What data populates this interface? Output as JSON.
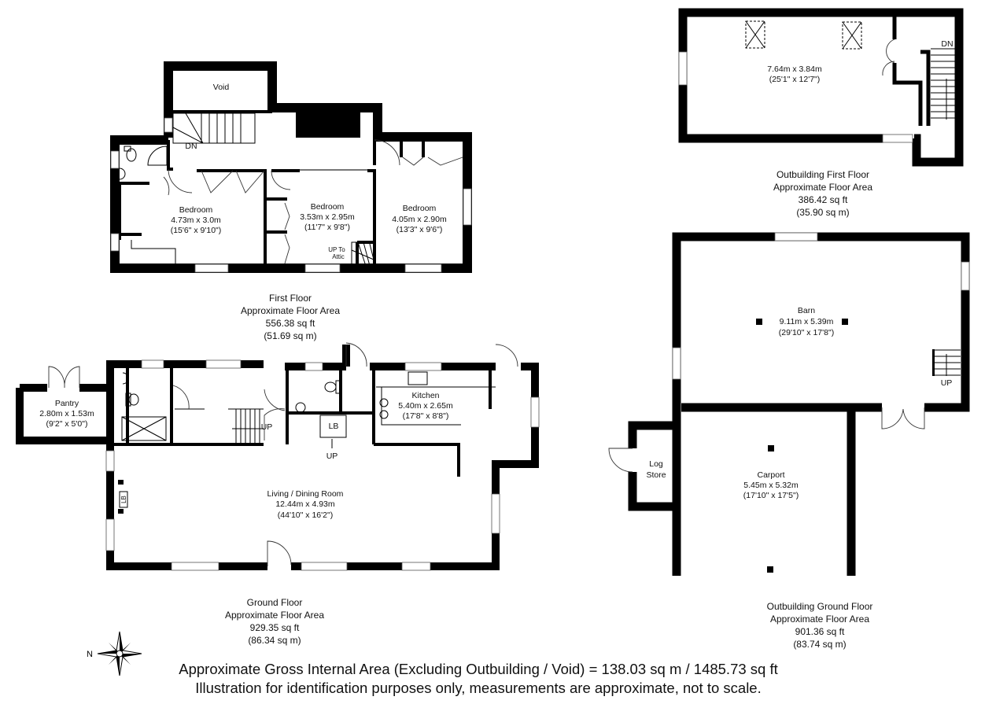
{
  "first_floor": {
    "rooms": [
      {
        "name": "Void"
      },
      {
        "name": "Bedroom",
        "metric": "4.73m x 3.0m",
        "imperial": "(15'6\" x 9'10\")"
      },
      {
        "name": "Bedroom",
        "metric": "3.53m x 2.95m",
        "imperial": "(11'7\" x 9'8\")"
      },
      {
        "name": "Bedroom",
        "metric": "4.05m x 2.90m",
        "imperial": "(13'3\" x 9'6\")"
      }
    ],
    "stairs_down": "DN",
    "attic_stairs": [
      "UP To",
      "Attic"
    ],
    "caption": [
      "First Floor",
      "Approximate Floor Area",
      "556.38 sq ft",
      "(51.69 sq m)"
    ]
  },
  "ground_floor": {
    "rooms": [
      {
        "name": "Pantry",
        "metric": "2.80m x 1.53m",
        "imperial": "(9'2\" x 5'0\")"
      },
      {
        "name": "Kitchen",
        "metric": "5.40m x 2.65m",
        "imperial": "(17'8\" x 8'8\")"
      },
      {
        "name": "Living / Dining Room",
        "metric": "12.44m x 4.93m",
        "imperial": "(44'10\" x 16'2\")"
      }
    ],
    "lb": "LB",
    "stairs_up": "UP",
    "step_up": "UP",
    "caption": [
      "Ground Floor",
      "Approximate Floor Area",
      "929.35 sq ft",
      "(86.34 sq m)"
    ]
  },
  "outbuilding_first": {
    "room": {
      "metric": "7.64m x 3.84m",
      "imperial": "(25'1\" x 12'7\")"
    },
    "stairs_down": "DN",
    "caption": [
      "Outbuilding  First Floor",
      "Approximate Floor Area",
      "386.42 sq ft",
      "(35.90 sq m)"
    ]
  },
  "outbuilding_ground": {
    "rooms": [
      {
        "name": "Barn",
        "metric": "9.11m x 5.39m",
        "imperial": "(29'10\" x 17'8\")"
      },
      {
        "name": "Carport",
        "metric": "5.45m x 5.32m",
        "imperial": "(17'10\" x 17'5\")"
      },
      {
        "name": [
          "Log",
          "Store"
        ]
      }
    ],
    "stairs_up": "UP",
    "caption": [
      "Outbuilding Ground Floor",
      "Approximate Floor Area",
      "901.36 sq ft",
      "(83.74 sq m)"
    ]
  },
  "compass": {
    "north_label": "N"
  },
  "footer": {
    "gross_area": "Approximate Gross Internal Area (Excluding Outbuilding / Void) = 138.03 sq m / 1485.73 sq ft",
    "disclaimer": "Illustration for identification purposes only, measurements are approximate, not to scale."
  }
}
